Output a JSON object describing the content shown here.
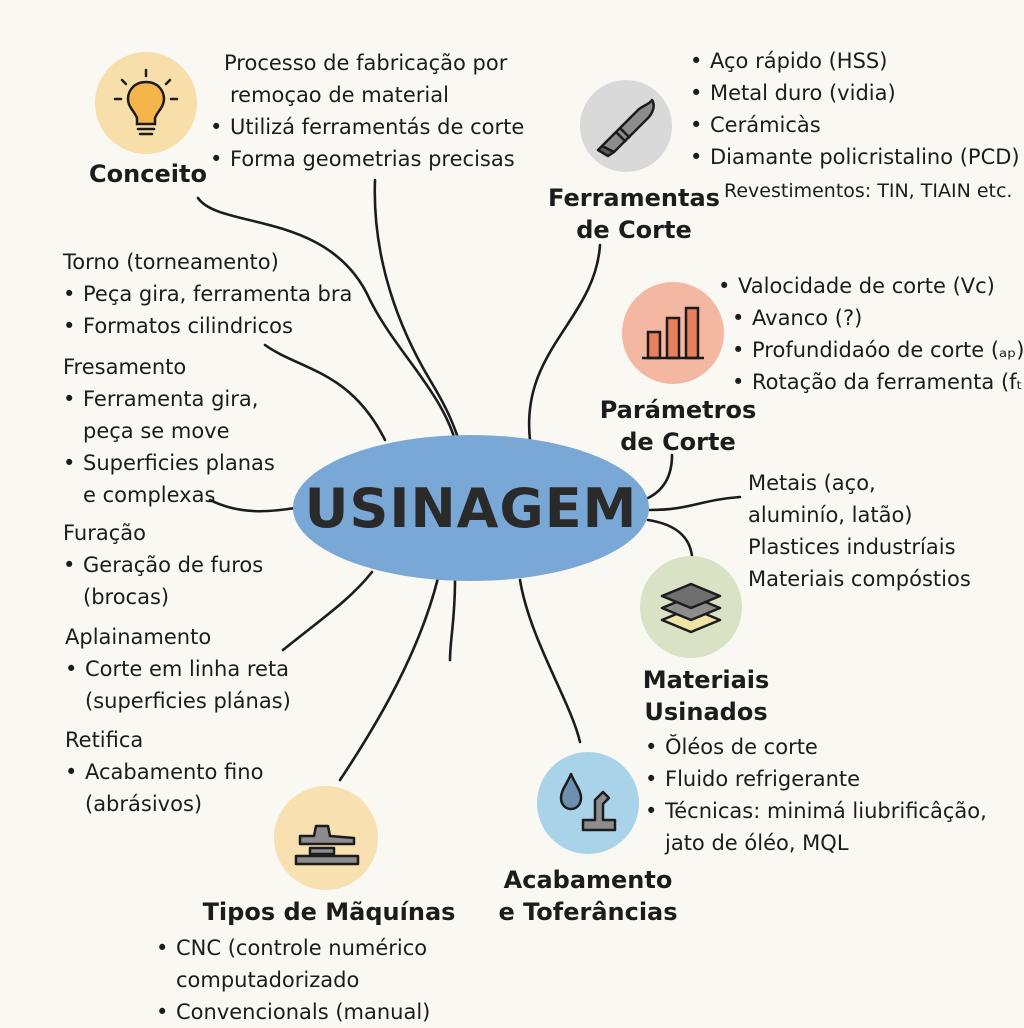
{
  "center": {
    "label": "USINAGEM",
    "color": "#7aa8d6"
  },
  "conceito": {
    "title": "Conceito",
    "icon": "lightbulb-icon",
    "color": "#f8dea8",
    "lines": [
      "Processo de fabricação por",
      "remoçao de material",
      "Utilizá ferramentás de corte",
      "Forma geometrias precisas"
    ]
  },
  "ferramentas": {
    "title_1": "Ferramentas",
    "title_2": "de Corte",
    "icon": "cutting-tool-icon",
    "color": "#d9d9d9",
    "items": [
      "Aço rápido (HSS)",
      "Metal duro (vidia)",
      "Cerámicàs",
      "Diamante policristalino (PCD)"
    ],
    "extra": "Revestimentos: TIN, TIAIN etc."
  },
  "parametros": {
    "title_1": "Parámetros",
    "title_2": "de Corte",
    "icon": "bar-chart-icon",
    "color": "#f4b7a2",
    "items": [
      "Valocidade de corte (Vc)",
      "Avanco (?)",
      "Profundidaóo de corte (ₐₚ)",
      "Rotação da ferramenta (fₜ)"
    ]
  },
  "materiais": {
    "title": "Materiais Usinados",
    "icon": "layers-icon",
    "color": "#d9e2c4",
    "lines": [
      "Metais  (aço,",
      "aluminío, latão)",
      "Plastices industríais",
      "Materiais compóstios"
    ]
  },
  "acabamento": {
    "title_1": "Acabamento",
    "title_2": "e Toferâncias",
    "icon": "drop-icon",
    "color": "#a9d3e8",
    "items": [
      "Ŏléos de corte",
      "Fluido refrigerante",
      "Técnicas: minimá liubrificâção,"
    ],
    "cont": "jato de óléo, MQL"
  },
  "maquinas": {
    "title": "Tipos de Mãquínas",
    "icon": "machine-icon",
    "color": "#f8e0b0",
    "items": [
      "CNC  (controle numérico",
      "Convencionals (manual)"
    ],
    "cont": "computadorizado"
  },
  "processos": {
    "torno_title": "Torno  (torneamento)",
    "torno_items": [
      "Peça gira, ferramenta bra",
      "Formatos cilindricos"
    ],
    "fresa_title": "Fresamento",
    "fresa_items": [
      "Ferramenta gira,",
      "Superficies planas"
    ],
    "fresa_cont_1": "peça se move",
    "fresa_cont_2": "e complexas",
    "furacao_title": "Furação",
    "furacao_item": "Geração de furos",
    "furacao_cont": "(brocas)",
    "aplain_title": "Aplainamento",
    "aplain_item": "Corte em linha reta",
    "aplain_cont": "(superficies plánas)",
    "retifica_title": "Retifica",
    "retifica_item": "Acabamento fino",
    "retifica_cont": "(abrásivos)"
  }
}
